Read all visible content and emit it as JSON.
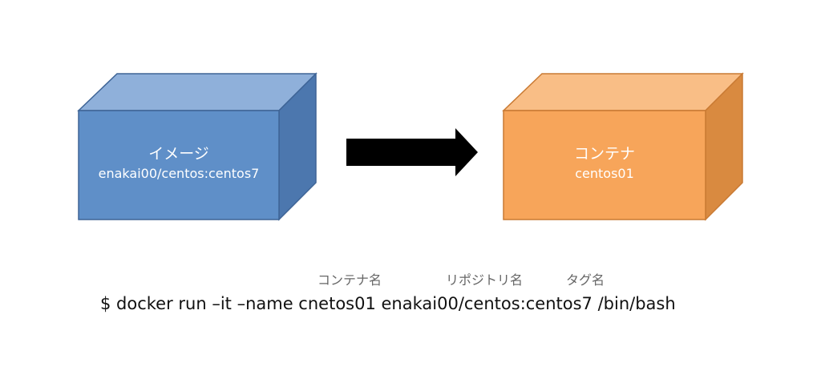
{
  "diagram": {
    "image_box": {
      "title": "イメージ",
      "subtitle": "enakai00/centos:centos7",
      "colors": {
        "front": "#5F8FC8",
        "top": "#8FB0DA",
        "side": "#4C77AE",
        "edge": "#3E6496"
      }
    },
    "arrow": {
      "color": "#000000"
    },
    "container_box": {
      "title": "コンテナ",
      "subtitle": "centos01",
      "colors": {
        "front": "#F7A55A",
        "top": "#F9BE86",
        "side": "#D98A40",
        "edge": "#C97A33"
      }
    }
  },
  "command": {
    "annotations": {
      "container_name": "コンテナ名",
      "repository_name": "リポジトリ名",
      "tag_name": "タグ名"
    },
    "text": "$ docker run –it –name cnetos01 enakai00/centos:centos7 /bin/bash"
  }
}
